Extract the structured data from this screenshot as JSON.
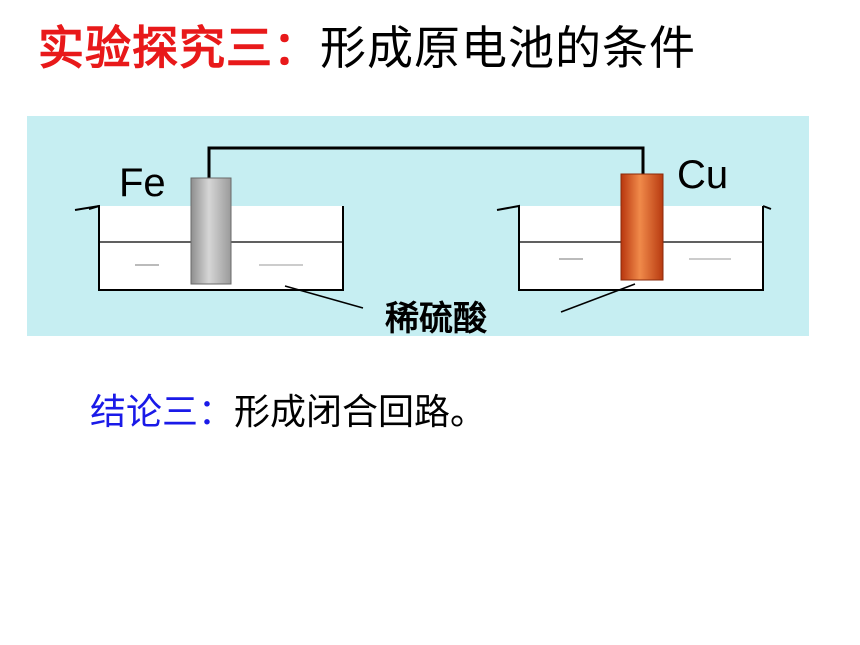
{
  "title": {
    "highlight": "实验探究三：",
    "text": "形成原电池的条件"
  },
  "figure": {
    "left_electrode": "Fe",
    "right_electrode": "Cu",
    "solution_label": "稀硫酸",
    "colors": {
      "background": "#c6eef2",
      "iron_electrode": "#b8b8b8",
      "copper_electrode": "#d0501c",
      "wire": "#000000"
    }
  },
  "conclusion": {
    "label": "结论三：",
    "text": "形成闭合回路。"
  }
}
